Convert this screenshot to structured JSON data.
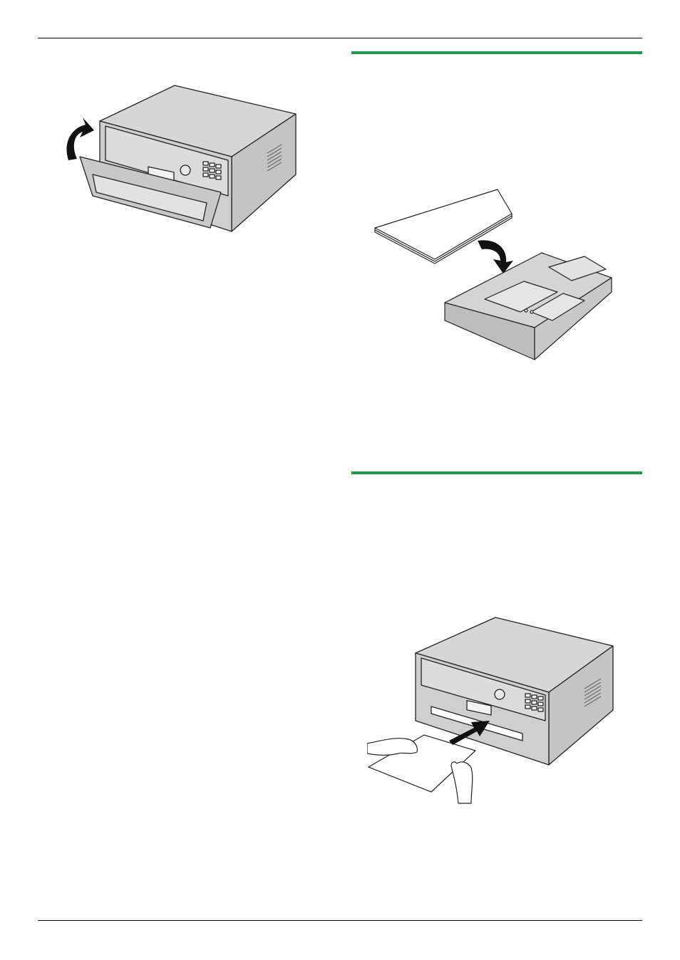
{
  "page": {
    "header_rule": "",
    "footer_rule": ""
  },
  "sections": [
    {
      "id": "section-1",
      "heading": ""
    },
    {
      "id": "section-2",
      "heading": ""
    }
  ],
  "illustrations": [
    {
      "id": "printer-open-front-cover",
      "icon": "printer-icon"
    },
    {
      "id": "paper-stack-into-tray",
      "icon": "paper-tray-icon"
    },
    {
      "id": "manual-feed-paper",
      "icon": "printer-icon"
    }
  ],
  "colors": {
    "section_bar": "#1f9a46",
    "printer_body": "#d3d3d3",
    "printer_dark": "#bdbdbd",
    "arrow": "#111111"
  }
}
